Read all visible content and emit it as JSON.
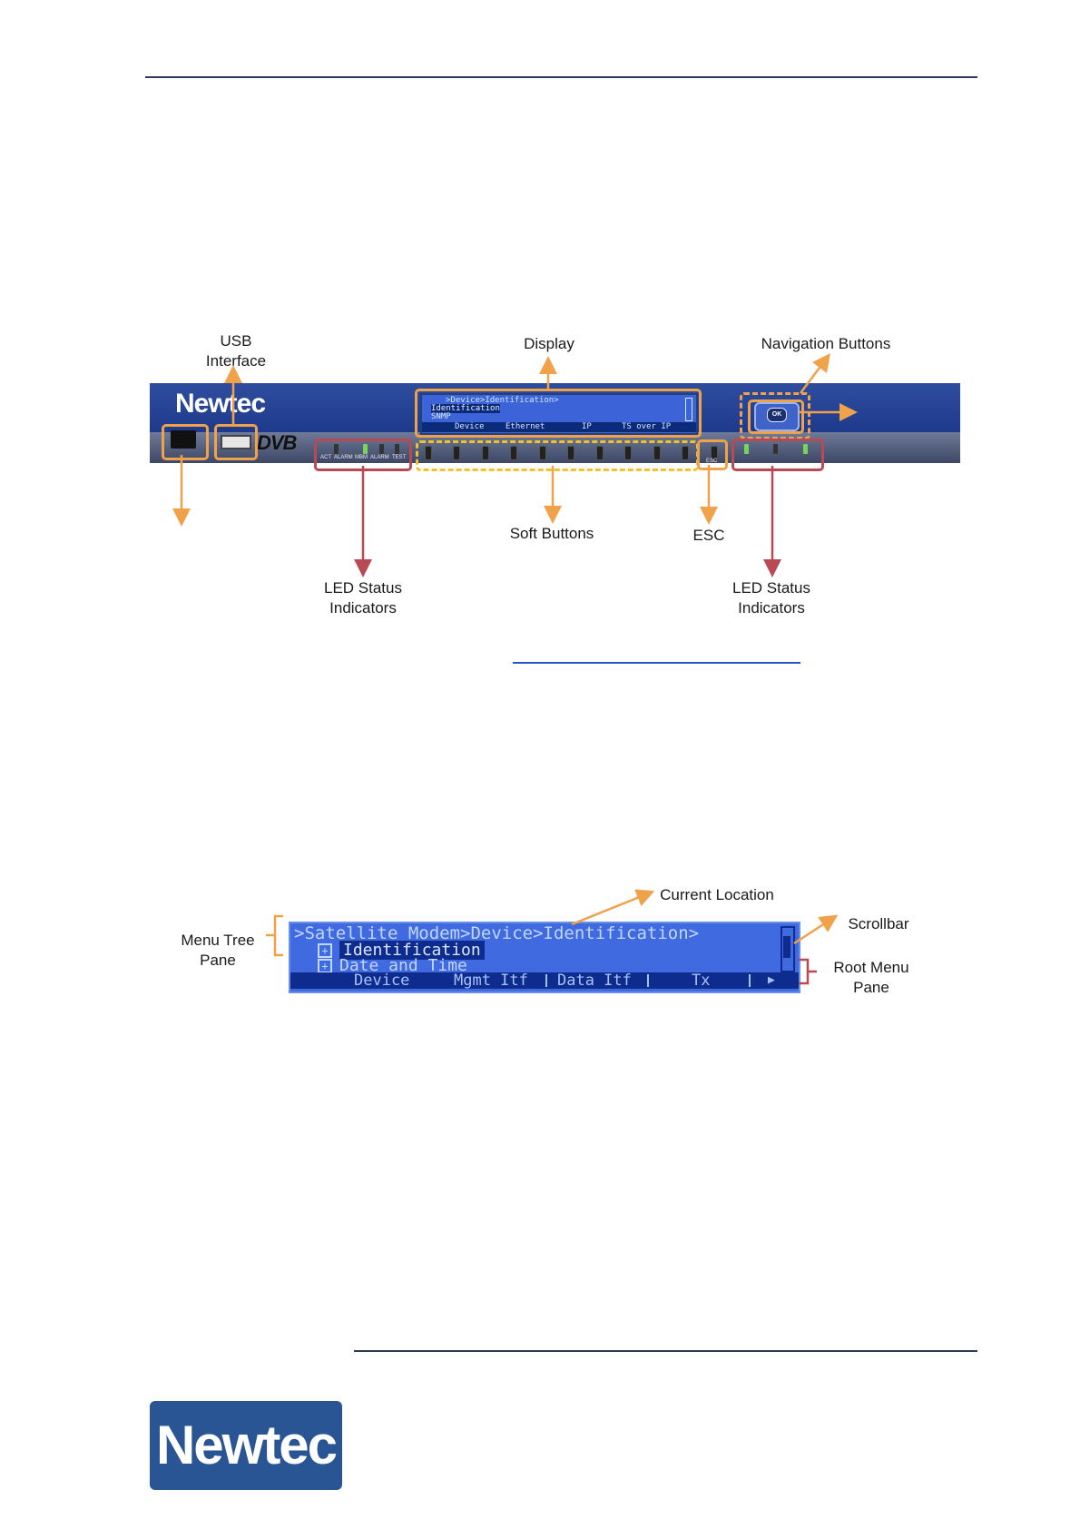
{
  "figure1": {
    "labels": {
      "usb": "USB Interface",
      "display": "Display",
      "navigation": "Navigation Buttons",
      "ok": "OK",
      "soft_buttons": "Soft Buttons",
      "esc": "ESC",
      "led_left": "LED Status Indicators",
      "led_right": "LED Status Indicators"
    },
    "panel": {
      "brand": "Newtec",
      "dvb_logo": "DVB",
      "lcd_lines": [
        ">Device>Identification>",
        "Identification",
        "SNMP"
      ],
      "lcd_tabs": [
        "Device",
        "Ethernet",
        "IP",
        "TS over IP"
      ],
      "led_labels": [
        "ACT",
        "ALARM",
        "MBM",
        "ALARM",
        "TEST"
      ],
      "esc_text": "ESC",
      "ok_text": "OK",
      "right_led_labels": [
        "",
        "",
        ""
      ]
    }
  },
  "figure2": {
    "labels": {
      "current_location": "Current Location",
      "scrollbar": "Scrollbar",
      "menu_tree_pane": "Menu Tree Pane",
      "root_menu_pane": "Root Menu Pane"
    },
    "lcd": {
      "path": ">Satellite Modem>Device>Identification>",
      "items": [
        "Identification",
        "Date and Time"
      ],
      "tabs": [
        "Device",
        "Mgmt Itf",
        "Data Itf",
        "Tx"
      ],
      "more_arrow": "▶"
    }
  },
  "footer": {
    "logo_text": "Newtec"
  },
  "colors": {
    "orange": "#f0a24a",
    "red": "#b84a55",
    "yellow": "#f2c22a",
    "panel_blue": "#2f4d9e",
    "logo_blue": "#2a5594",
    "rule": "#2b3b5a"
  }
}
